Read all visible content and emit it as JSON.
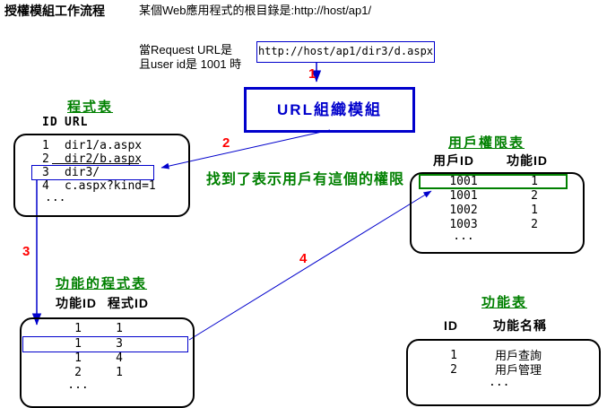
{
  "page": {
    "title": "授權模組工作流程",
    "subtitle": "某個Web應用程式的根目錄是:http://host/ap1/"
  },
  "request": {
    "line1_prefix": "當Request URL是",
    "url_value": "http://host/ap1/dir3/d.aspx",
    "line2": "且user id是 1001 時"
  },
  "module_box": {
    "label": "URL組織模組"
  },
  "message": "找到了表示用戶有這個的權限",
  "steps": {
    "s1": "1",
    "s2": "2",
    "s3": "3",
    "s4": "4"
  },
  "tables": {
    "program": {
      "title": "程式表",
      "headers": [
        "ID",
        "URL"
      ],
      "rows": [
        [
          "1",
          "dir1/a.aspx"
        ],
        [
          "2",
          "dir2/b.aspx"
        ],
        [
          "3",
          "dir3/"
        ],
        [
          "4",
          "c.aspx?kind=1"
        ]
      ],
      "ellipsis": "...",
      "highlighted_row": "3  dir3/"
    },
    "user_permission": {
      "title": "用戶權限表",
      "headers": [
        "用戶ID",
        "功能ID"
      ],
      "rows": [
        [
          "1001",
          "1"
        ],
        [
          "1001",
          "2"
        ],
        [
          "1002",
          "1"
        ],
        [
          "1003",
          "2"
        ]
      ],
      "ellipsis": "...",
      "highlighted_row": "1001  1"
    },
    "function_program": {
      "title": "功能的程式表",
      "headers": [
        "功能ID",
        "程式ID"
      ],
      "rows": [
        [
          "1",
          "1"
        ],
        [
          "1",
          "3"
        ],
        [
          "1",
          "4"
        ],
        [
          "2",
          "1"
        ]
      ],
      "ellipsis": "...",
      "highlighted_row": "1  3"
    },
    "function": {
      "title": "功能表",
      "headers": [
        "ID",
        "功能名稱"
      ],
      "rows": [
        [
          "1",
          "用戶查詢"
        ],
        [
          "2",
          "用戶管理"
        ]
      ],
      "ellipsis": "..."
    }
  },
  "colors": {
    "accent_blue": "#0000cc",
    "step_red": "#ff0000",
    "label_green": "#008000"
  }
}
